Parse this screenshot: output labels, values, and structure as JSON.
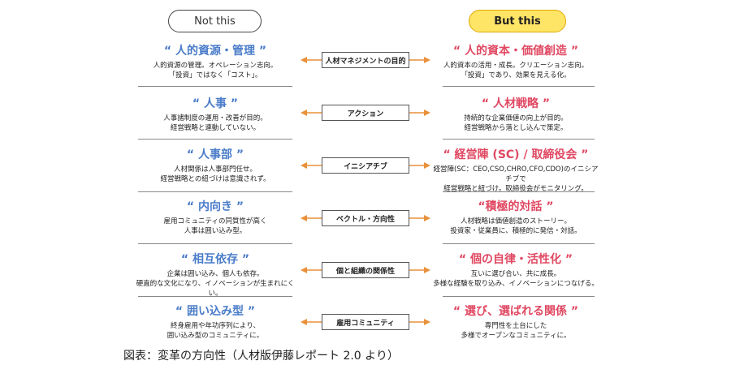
{
  "header": {
    "left_label": "Not this",
    "right_label": "But this"
  },
  "rows": [
    {
      "left_title": "“ 人的資源・管理 ”",
      "left_desc": "人的資源の管理。オペレーション志向。\n「投資」ではなく「コスト」。",
      "center": "人材マネジメントの目的",
      "right_title": "“ 人的資本・価値創造 ”",
      "right_desc": "人的資本の活用・成長。クリエーション志向。\n「投資」であり、効果を見える化。"
    },
    {
      "left_title": "“ 人事 ”",
      "left_desc": "人事諸制度の運用・改善が目的。\n経営戦略と連動していない。",
      "center": "アクション",
      "right_title": "“ 人材戦略 ”",
      "right_desc": "持続的な企業価値の向上が目的。\n経営戦略から落とし込んで策定。"
    },
    {
      "left_title": "“ 人事部 ”",
      "left_desc": "人材関係は人事部門任せ。\n経営戦略との紐づけは意識されず。",
      "center": "イニシアチブ",
      "right_title": "“ 経営陣 (SC) / 取締役会 ”",
      "right_desc": "経営陣(SC：CEO,CSO,CHRO,CFO,CDO)のイニシアチブで\n経営戦略と紐づけ。取締役会がモニタリング。"
    },
    {
      "left_title": "“ 内向き ”",
      "left_desc": "雇用コミュニティの同質性が高く\n人事は囲い込み型。",
      "center": "ベクトル・方向性",
      "right_title": "“積極的対話 ”",
      "right_desc": "人材戦略は価値創造のストーリー。\n投資家・従業員に、積極的に発信・対話。"
    },
    {
      "left_title": "“ 相互依存 ”",
      "left_desc": "企業は囲い込み、個人も依存。\n硬直的な文化になり、イノベーションが生まれにくい。",
      "center": "個と組織の関係性",
      "right_title": "“ 個の自律・活性化 ”",
      "right_desc": "互いに選び合い、共に成長。\n多様な経験を取り込み、イノベーションにつなげる。"
    },
    {
      "left_title": "“ 囲い込み型 ”",
      "left_desc": "終身雇用や年功序列により、\n囲い込み型のコミュニティに。",
      "center": "雇用コミュニティ",
      "right_title": "“ 選び、選ばれる関係 ”",
      "right_desc": "専門性を土台にした\n多様でオープンなコミュニティに。"
    }
  ],
  "caption": "図表：変革の方向性（人材版伊藤レポート 2.0 より）",
  "colors": {
    "left_title": "#4a7cc9",
    "right_title": "#e04862",
    "arrow": "#e8913a",
    "but_this_fill": "#ffe566"
  }
}
